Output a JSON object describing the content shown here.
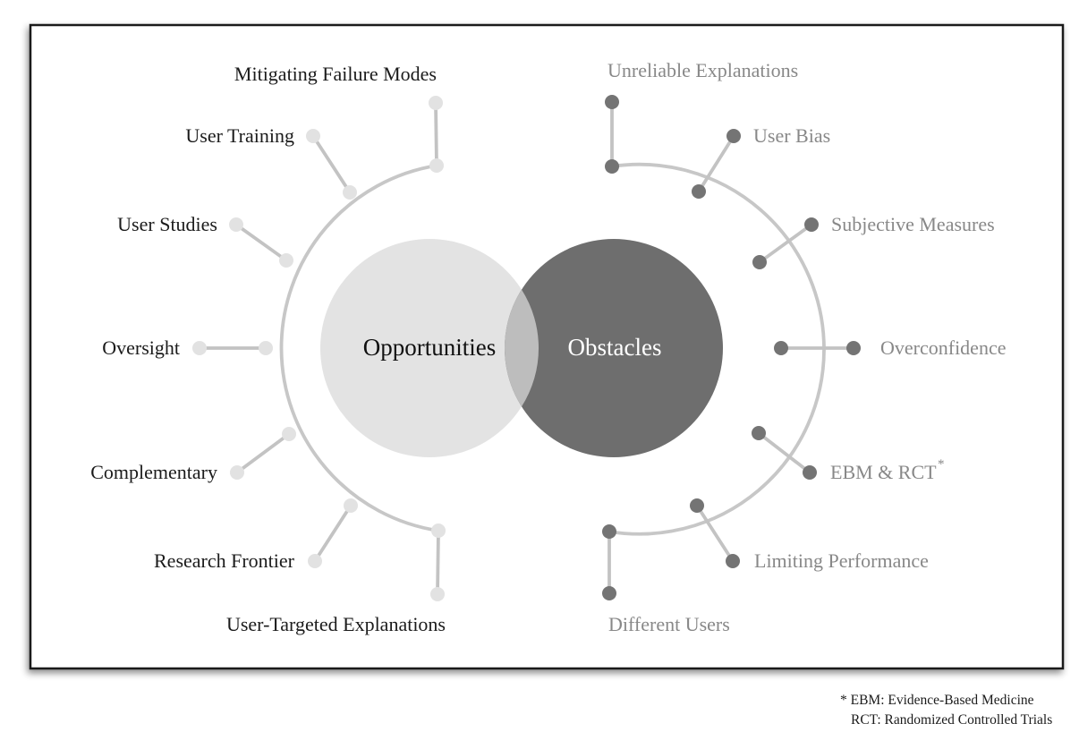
{
  "diagram": {
    "venn": {
      "left_circle_label": "Opportunities",
      "right_circle_label": "Obstacles"
    },
    "opportunities": {
      "items": [
        {
          "label": "Mitigating Failure Modes"
        },
        {
          "label": "User Training"
        },
        {
          "label": "User Studies"
        },
        {
          "label": "Oversight"
        },
        {
          "label": "Complementary"
        },
        {
          "label": "Research Frontier"
        },
        {
          "label": "User-Targeted Explanations"
        }
      ]
    },
    "obstacles": {
      "items": [
        {
          "label": "Unreliable Explanations"
        },
        {
          "label": "User Bias"
        },
        {
          "label": "Subjective Measures"
        },
        {
          "label": "Overconfidence"
        },
        {
          "label": "EBM & RCT",
          "superscript": "*"
        },
        {
          "label": "Limiting Performance"
        },
        {
          "label": "Different Users"
        }
      ]
    },
    "footnote": {
      "line1": "* EBM: Evidence-Based Medicine",
      "line2": "RCT: Randomized Controlled Trials"
    },
    "colors": {
      "left_circle_fill": "#e3e3e3",
      "right_circle_fill": "#6e6e6e",
      "overlap_fill": "#bdbdbd",
      "arc_stroke": "#c7c7c7",
      "left_dot": "#e2e2e2",
      "right_dot": "#747474",
      "right_label_text": "#888888",
      "left_label_text": "#1b1b1b"
    }
  }
}
